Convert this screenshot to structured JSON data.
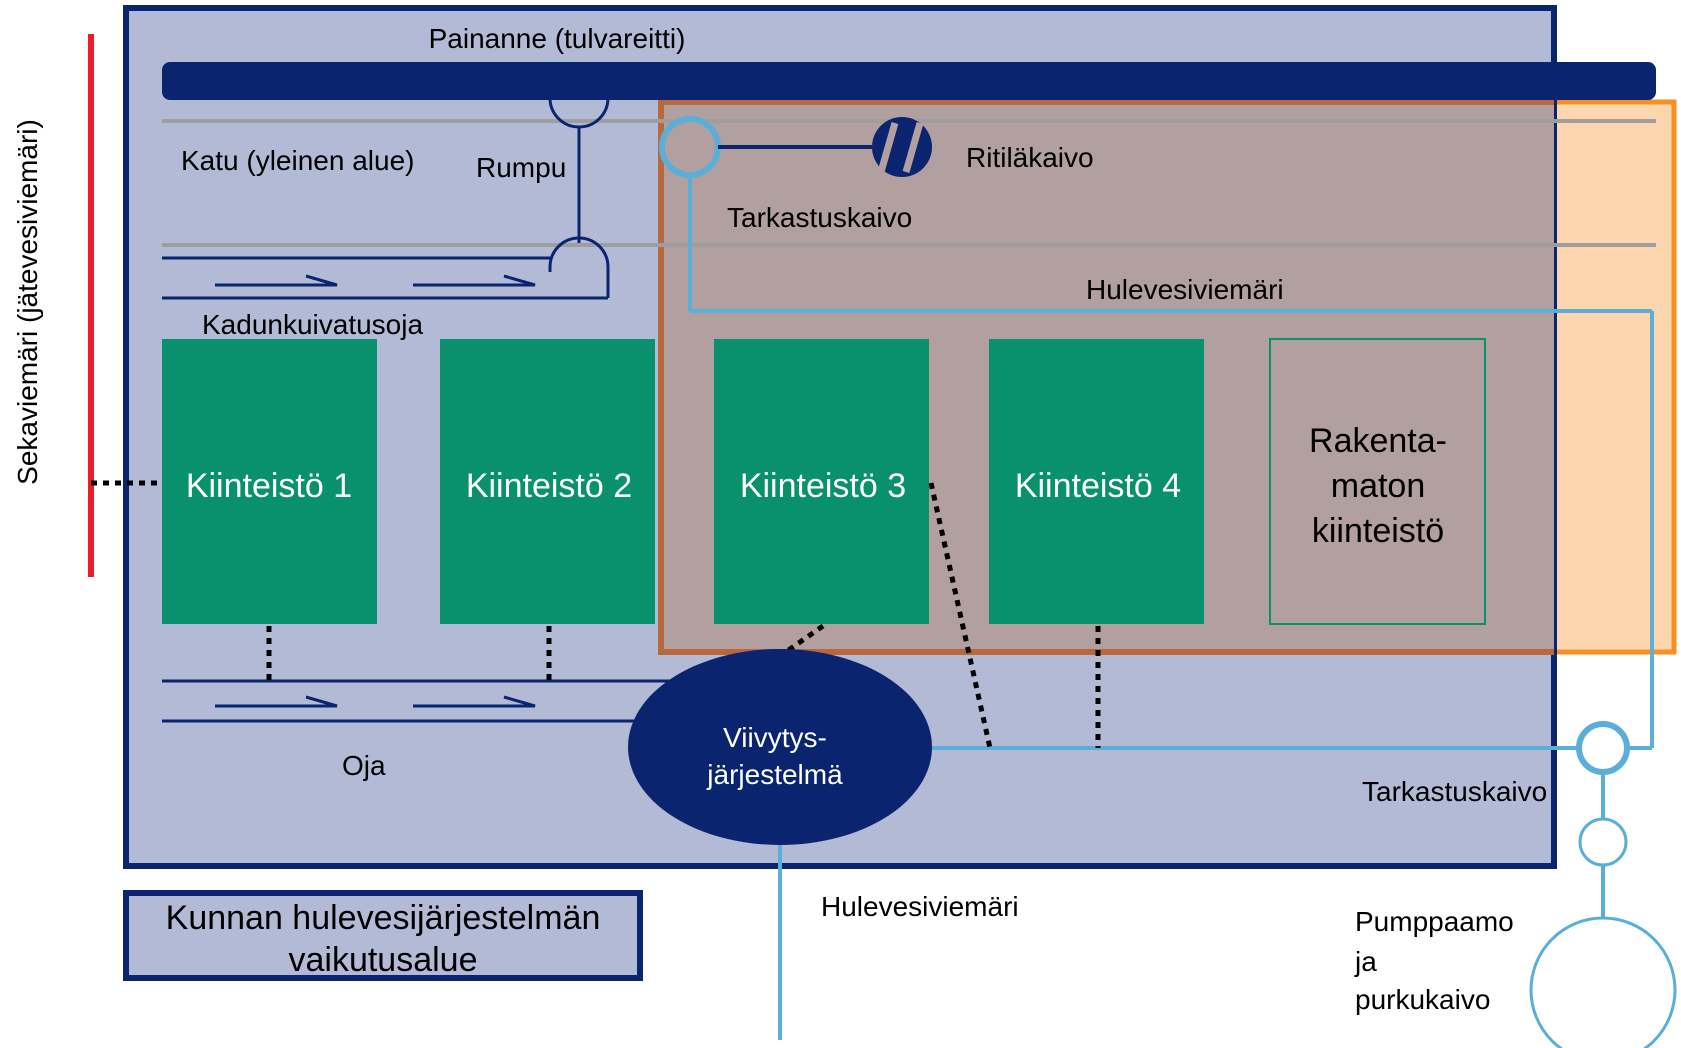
{
  "labels": {
    "painanne": "Painanne (tulvareitti)",
    "katu": "Katu (yleinen alue)",
    "rumpu": "Rumpu",
    "ritilakaivo": "Ritiläkaivo",
    "tarkastuskaivo_top": "Tarkastuskaivo",
    "hulevesiviemari_top": "Hulevesiviemäri",
    "kadunkuivatusoja": "Kadunkuivatusoja",
    "sekaviemari": "Sekaviemäri (jätevesiviemäri)",
    "oja": "Oja",
    "viivytys_line1": "Viivytys-",
    "viivytys_line2": "järjestelmä",
    "tarkastuskaivo_bottom": "Tarkastuskaivo",
    "hulevesiviemari_bottom": "Hulevesiviemäri",
    "pumppaamo_line1": "Pumppaamo",
    "pumppaamo_line2": "ja",
    "pumppaamo_line3": "purkukaivo",
    "legend_line1": "Kunnan hulevesijärjestelmän",
    "legend_line2": "vaikutusalue"
  },
  "properties": [
    {
      "label": "Kiinteistö 1"
    },
    {
      "label": "Kiinteistö 2"
    },
    {
      "label": "Kiinteistö 3"
    },
    {
      "label": "Kiinteistö 4"
    },
    {
      "lines": [
        "Rakenta-",
        "maton",
        "kiinteistö"
      ]
    }
  ],
  "colors": {
    "navy": "#0a2470",
    "municipal_area_fill": "#b3bad6",
    "orange_area_fill": "#fdd6b0",
    "orange_border": "#f7901e",
    "overlap_fill": "#b29f9f",
    "overlap_border": "#b8683a",
    "property_green": "#08916c",
    "light_blue_pipe": "#5aaed8",
    "red_sewer": "#ee1c24",
    "street_grey": "#9e9e9e"
  }
}
